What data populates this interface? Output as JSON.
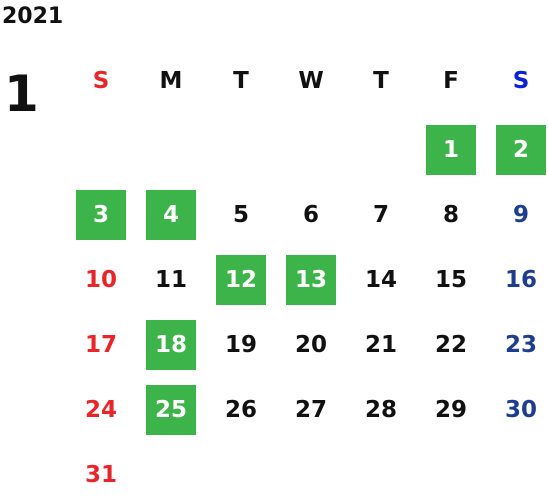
{
  "year": "2021",
  "month": "1",
  "colors": {
    "holiday_bg": "#3cb44a",
    "holiday_text": "#ffffff",
    "sunday": "#e8262a",
    "saturday": "#1f3d8f",
    "saturday_header": "#0a22d6",
    "weekday": "#111111"
  },
  "weekdays": [
    "S",
    "M",
    "T",
    "W",
    "T",
    "F",
    "S"
  ],
  "days": [
    {
      "label": "1",
      "highlighted": true
    },
    {
      "label": "2",
      "highlighted": true
    },
    {
      "label": "3",
      "highlighted": true
    },
    {
      "label": "4",
      "highlighted": true
    },
    {
      "label": "5",
      "highlighted": false
    },
    {
      "label": "6",
      "highlighted": false
    },
    {
      "label": "7",
      "highlighted": false
    },
    {
      "label": "8",
      "highlighted": false
    },
    {
      "label": "9",
      "highlighted": false
    },
    {
      "label": "10",
      "highlighted": false
    },
    {
      "label": "11",
      "highlighted": false
    },
    {
      "label": "12",
      "highlighted": true
    },
    {
      "label": "13",
      "highlighted": true
    },
    {
      "label": "14",
      "highlighted": false
    },
    {
      "label": "15",
      "highlighted": false
    },
    {
      "label": "16",
      "highlighted": false
    },
    {
      "label": "17",
      "highlighted": false
    },
    {
      "label": "18",
      "highlighted": true
    },
    {
      "label": "19",
      "highlighted": false
    },
    {
      "label": "20",
      "highlighted": false
    },
    {
      "label": "21",
      "highlighted": false
    },
    {
      "label": "22",
      "highlighted": false
    },
    {
      "label": "23",
      "highlighted": false
    },
    {
      "label": "24",
      "highlighted": false
    },
    {
      "label": "25",
      "highlighted": true
    },
    {
      "label": "26",
      "highlighted": false
    },
    {
      "label": "27",
      "highlighted": false
    },
    {
      "label": "28",
      "highlighted": false
    },
    {
      "label": "29",
      "highlighted": false
    },
    {
      "label": "30",
      "highlighted": false
    },
    {
      "label": "31",
      "highlighted": false
    }
  ]
}
